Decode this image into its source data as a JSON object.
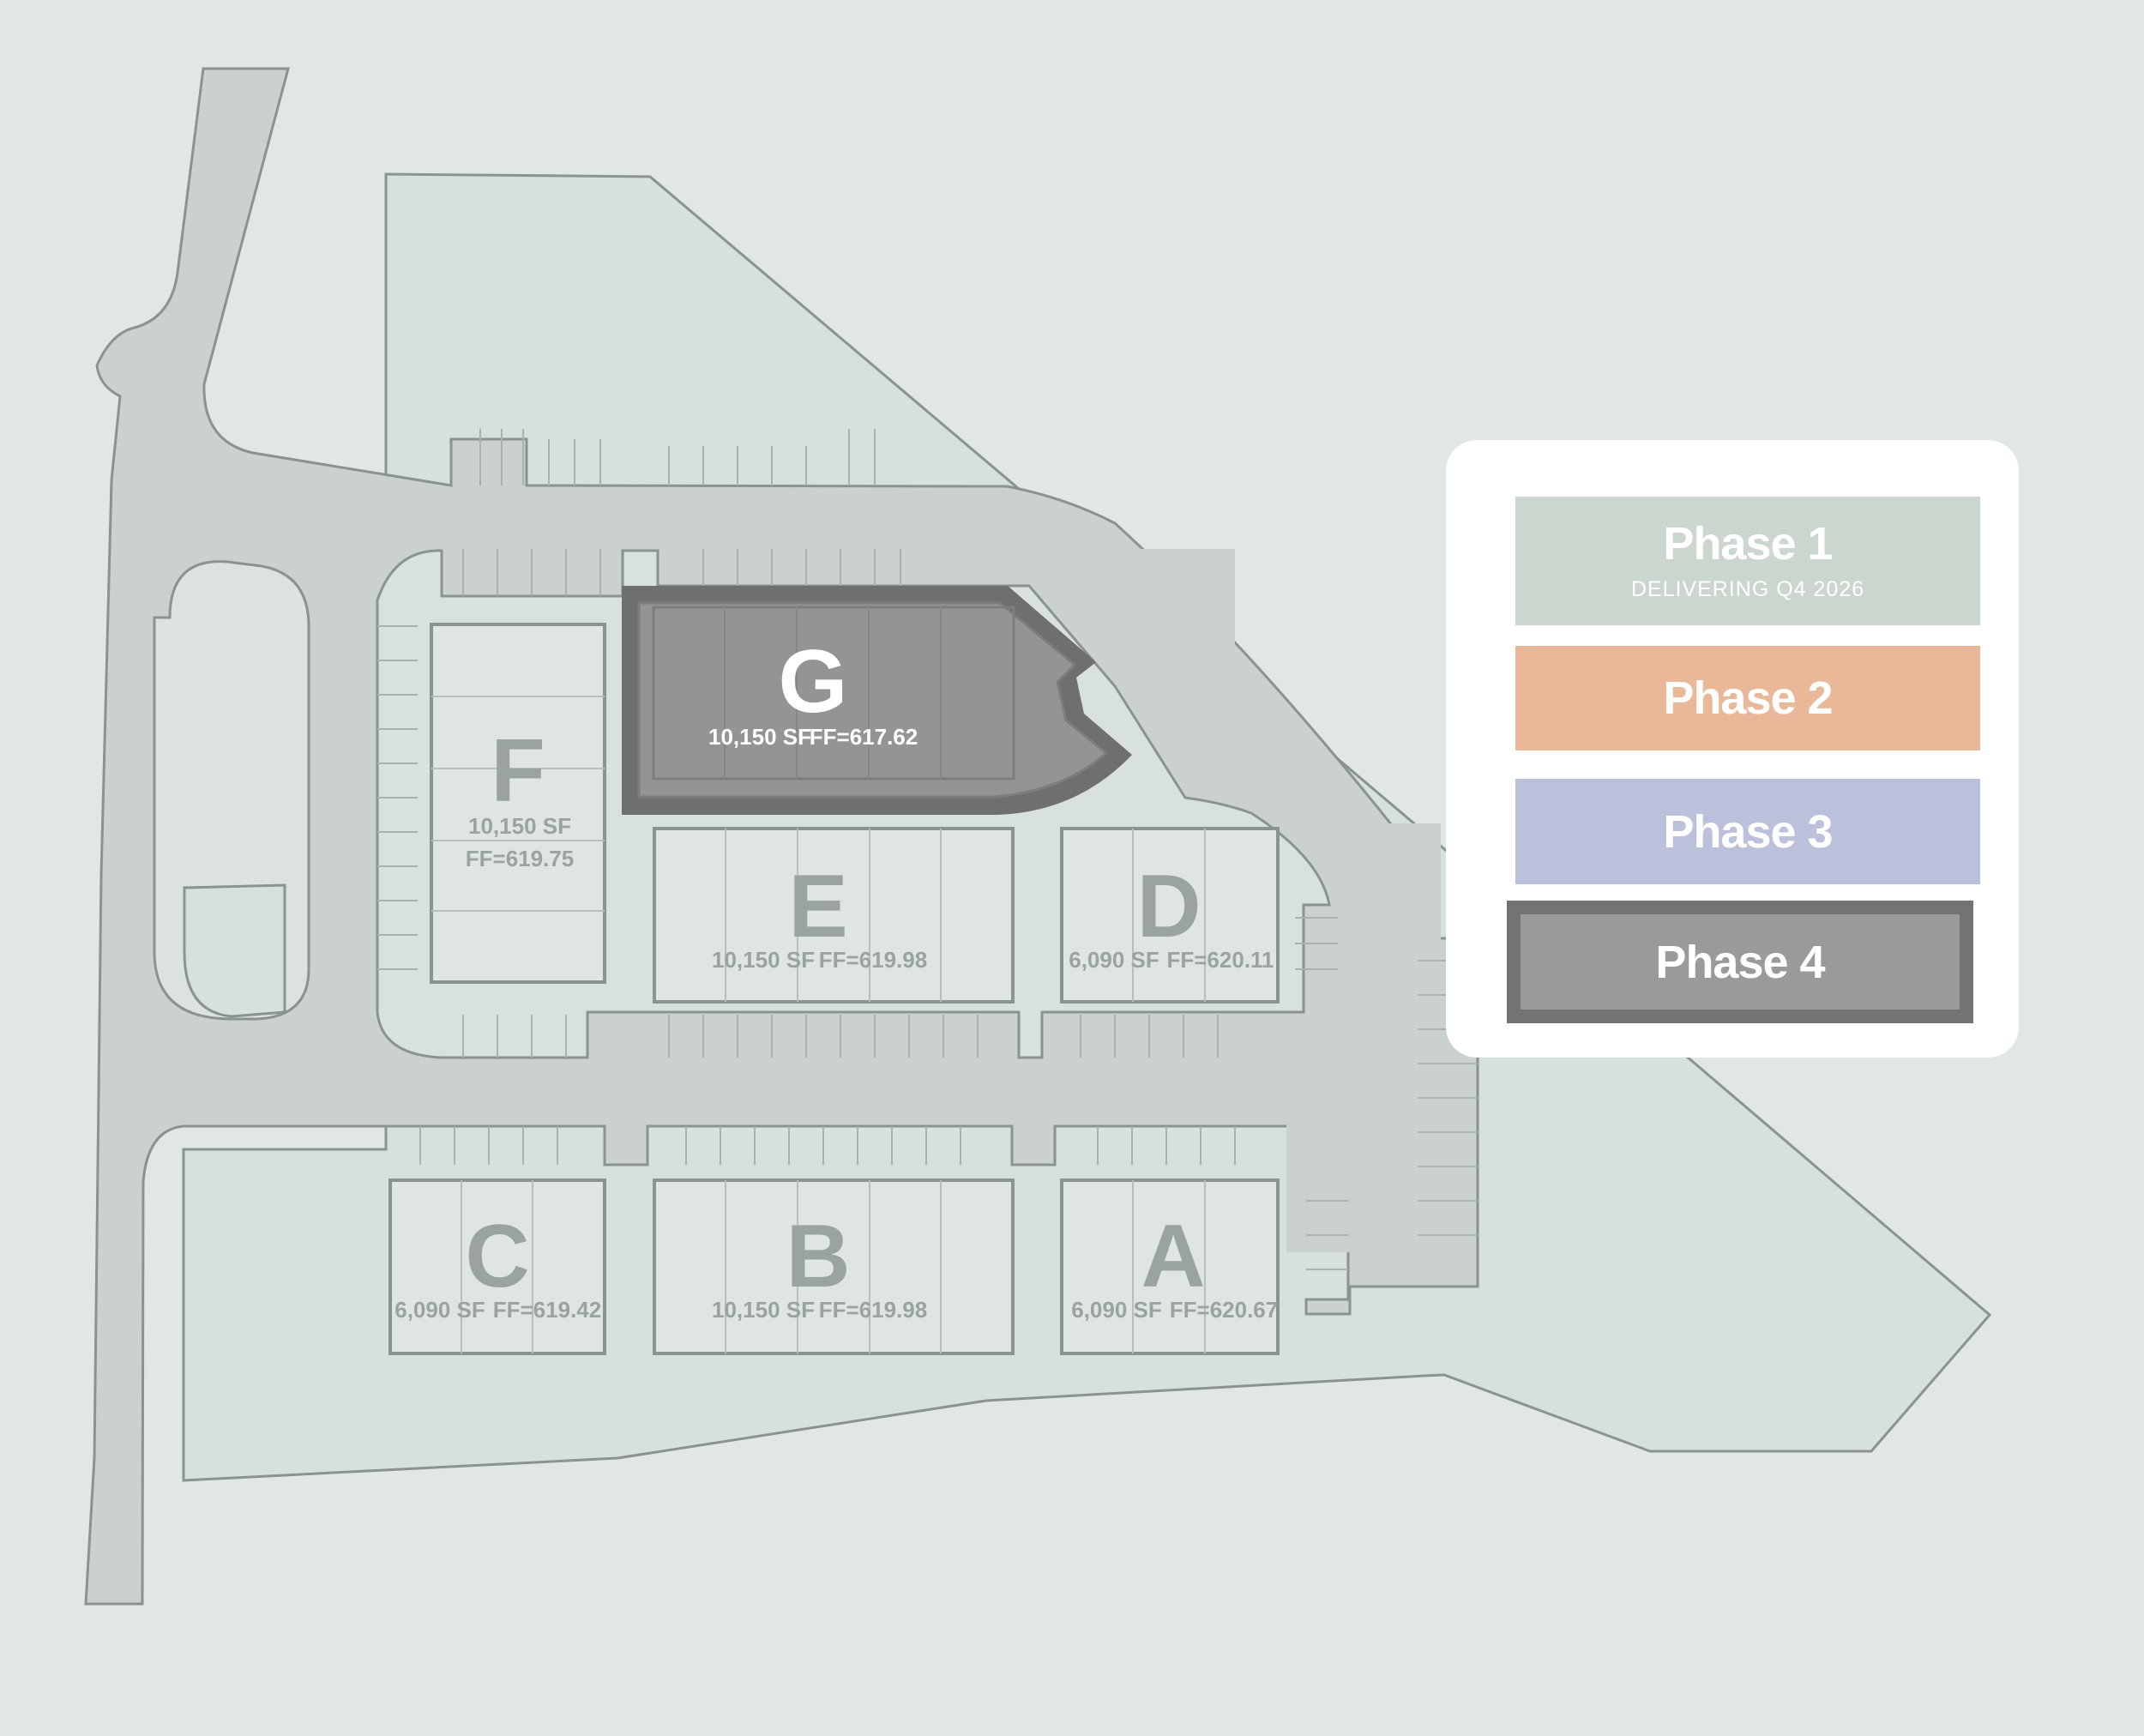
{
  "buildings": [
    {
      "id": "G",
      "letter": "G",
      "area": "10,150 SF",
      "ff": "FF=617.62",
      "phase": "Phase 4"
    },
    {
      "id": "F",
      "letter": "F",
      "area": "10,150 SF",
      "ff": "FF=619.75"
    },
    {
      "id": "E",
      "letter": "E",
      "area": "10,150 SF",
      "ff": "FF=619.98"
    },
    {
      "id": "D",
      "letter": "D",
      "area": "6,090 SF",
      "ff": "FF=620.11"
    },
    {
      "id": "C",
      "letter": "C",
      "area": "6,090 SF",
      "ff": "FF=619.42"
    },
    {
      "id": "B",
      "letter": "B",
      "area": "10,150 SF",
      "ff": "FF=619.98"
    },
    {
      "id": "A",
      "letter": "A",
      "area": "6,090 SF",
      "ff": "FF=620.67"
    }
  ],
  "legend": {
    "phases": [
      {
        "label": "Phase 1",
        "sub": "DELIVERING Q4 2026",
        "color": "#cbd6cf"
      },
      {
        "label": "Phase 2",
        "color": "#e9b898"
      },
      {
        "label": "Phase 3",
        "color": "#bbc1da"
      },
      {
        "label": "Phase 4",
        "color": "#9a9a9a",
        "border": "#737373"
      }
    ]
  },
  "colors": {
    "background": "#e1e7e4",
    "parcel": "#d7e0db",
    "drive": "#cbd2cd",
    "building": "#dfe5e2",
    "highlight_outer": "#6f6f6f",
    "highlight_inner": "#949494"
  }
}
